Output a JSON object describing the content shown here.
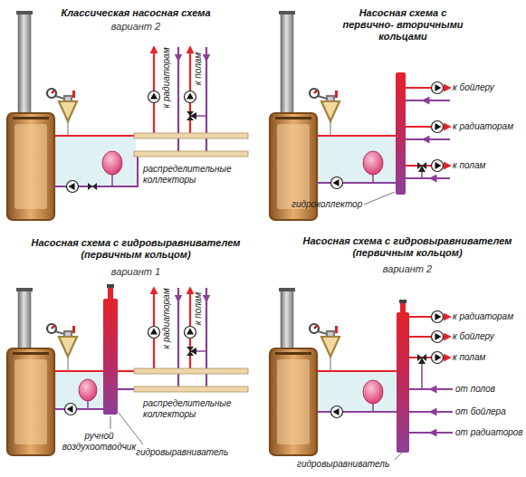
{
  "diagram": {
    "labels": [
      "Классическая насосная схема",
      "вариант 2",
      "к радиаторам",
      "к полам",
      "распределительные коллекторы",
      "Насосная схема с первично- вторичными кольцами",
      "к бойлеру",
      "к радиаторам",
      "к полам",
      "гидроколлектор",
      "Насосная схема с гидровыравнивателем (первичным кольцом)",
      "вариант 1",
      "к радиаторам",
      "к полам",
      "распределительные коллекторы",
      "ручной воздухоотводчик",
      "гидровыравниватель",
      "Насосная схема с гидровыравнивателем (первичным кольцом)",
      "вариант 2",
      "к радиаторам",
      "к бойлеру",
      "к полам",
      "от полов",
      "от бойлера",
      "от радиаторов",
      "гидровыравниватель"
    ]
  }
}
